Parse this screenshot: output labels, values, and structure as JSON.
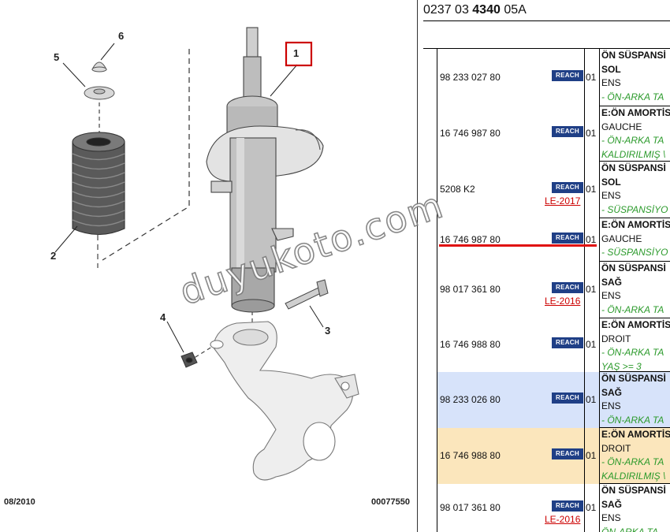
{
  "diagram": {
    "callouts": [
      "1",
      "2",
      "3",
      "4",
      "5",
      "6"
    ],
    "date": "08/2010",
    "ref": "00077550",
    "highlight_color": "#cc0000"
  },
  "header": {
    "ref_prefix": "0237 03 ",
    "ref_bold": "4340",
    "ref_suffix": " 05A"
  },
  "rows": [
    {
      "part_number": "98 233 027 80",
      "badge": "REACH",
      "le": "",
      "qty": "01",
      "lines": [
        {
          "text": "ÖN SÜSPANSİ",
          "style": "bold"
        },
        {
          "text": "SOL",
          "style": "bold"
        },
        {
          "text": "ENS",
          "style": ""
        },
        {
          "text": "- ÖN-ARKA TA",
          "style": "note"
        }
      ],
      "bg": ""
    },
    {
      "part_number": "16 746 987 80",
      "badge": "REACH",
      "le": "",
      "qty": "01",
      "lines": [
        {
          "text": "E:ÖN AMORTİS",
          "style": "bold"
        },
        {
          "text": "GAUCHE",
          "style": ""
        },
        {
          "text": "- ÖN-ARKA TA",
          "style": "note"
        },
        {
          "text": "KALDIRILMIŞ \\",
          "style": "note"
        }
      ],
      "bg": ""
    },
    {
      "part_number": "5208 K2",
      "badge": "REACH",
      "le": "LE-2017",
      "qty": "01",
      "lines": [
        {
          "text": "ÖN SÜSPANSİ",
          "style": "bold"
        },
        {
          "text": "SOL",
          "style": "bold"
        },
        {
          "text": "ENS",
          "style": ""
        },
        {
          "text": "- SÜSPANSİYO",
          "style": "note"
        }
      ],
      "bg": ""
    },
    {
      "part_number": "16 746 987 80",
      "badge": "REACH",
      "le": "",
      "qty": "01",
      "lines": [
        {
          "text": "E:ÖN AMORTİS",
          "style": "bold"
        },
        {
          "text": "GAUCHE",
          "style": ""
        },
        {
          "text": "- SÜSPANSİYO",
          "style": "note"
        }
      ],
      "bg": ""
    },
    {
      "part_number": "98 017 361 80",
      "badge": "REACH",
      "le": "LE-2016",
      "qty": "01",
      "lines": [
        {
          "text": "ÖN SÜSPANSİ",
          "style": "bold"
        },
        {
          "text": "SAĞ",
          "style": "bold"
        },
        {
          "text": "ENS",
          "style": ""
        },
        {
          "text": "- ÖN-ARKA TA",
          "style": "note"
        }
      ],
      "bg": ""
    },
    {
      "part_number": "16 746 988 80",
      "badge": "REACH",
      "le": "",
      "qty": "01",
      "lines": [
        {
          "text": "E:ÖN AMORTİS",
          "style": "bold"
        },
        {
          "text": "DROIT",
          "style": ""
        },
        {
          "text": "- ÖN-ARKA TA",
          "style": "note"
        },
        {
          "text": "YAŞ >= 3",
          "style": "note"
        }
      ],
      "bg": ""
    },
    {
      "part_number": "98 233 026 80",
      "badge": "REACH",
      "le": "",
      "qty": "01",
      "lines": [
        {
          "text": "ÖN SÜSPANSİ",
          "style": "bold"
        },
        {
          "text": "SAĞ",
          "style": "bold"
        },
        {
          "text": "ENS",
          "style": ""
        },
        {
          "text": "- ÖN-ARKA TA",
          "style": "note"
        }
      ],
      "bg": "#d7e3fa"
    },
    {
      "part_number": "16 746 988 80",
      "badge": "REACH",
      "le": "",
      "qty": "01",
      "lines": [
        {
          "text": "E:ÖN AMORTİS",
          "style": "bold"
        },
        {
          "text": "DROIT",
          "style": ""
        },
        {
          "text": "- ÖN-ARKA TA",
          "style": "note"
        },
        {
          "text": "KALDIRILMIŞ \\",
          "style": "note"
        }
      ],
      "bg": "#fbe6bc"
    },
    {
      "part_number": "98 017 361 80",
      "badge": "REACH",
      "le": "LE-2016",
      "qty": "01",
      "lines": [
        {
          "text": "ÖN SÜSPANSİ",
          "style": "bold"
        },
        {
          "text": "SAĞ",
          "style": "bold"
        },
        {
          "text": "ENS",
          "style": ""
        },
        {
          "text": "ÖN-ARKA TA",
          "style": "note"
        }
      ],
      "bg": ""
    }
  ],
  "watermark": "duyukoto.com"
}
